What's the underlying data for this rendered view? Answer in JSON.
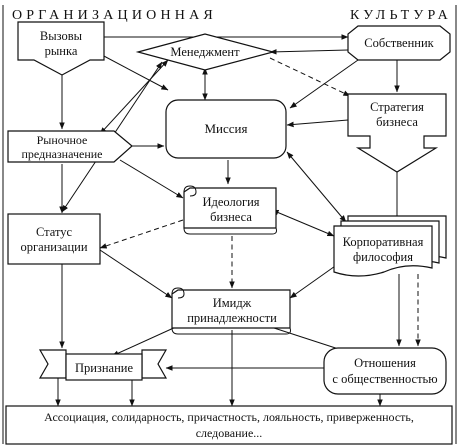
{
  "header": {
    "left": "ОРГАНИЗАЦИОННАЯ",
    "right": "КУЛЬТУРА"
  },
  "nodes": {
    "vyzovy": [
      "Вызовы",
      "рынка"
    ],
    "management": [
      "Менеджмент"
    ],
    "owner": [
      "Собственник"
    ],
    "mission": [
      "Миссия"
    ],
    "strategy": [
      "Стратегия",
      "бизнеса"
    ],
    "purpose": [
      "Рыночное",
      "предназначение"
    ],
    "ideology": [
      "Идеология",
      "бизнеса"
    ],
    "status": [
      "Статус",
      "организации"
    ],
    "corp": [
      "Корпоративная",
      "философия"
    ],
    "image": [
      "Имидж",
      "принадлежности"
    ],
    "recognition": [
      "Признание"
    ],
    "pr": [
      "Отношения",
      "с общественностью"
    ],
    "bottom": [
      "Ассоциация, солидарность, причастность, лояльность, приверженность,",
      "следование..."
    ]
  }
}
